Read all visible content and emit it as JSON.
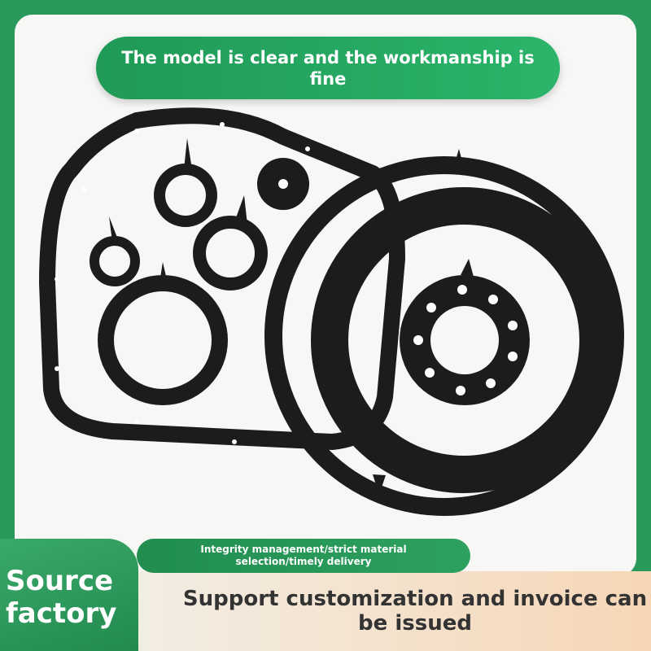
{
  "top_banner": {
    "text": "The model is clear and the workmanship is fine"
  },
  "mid_banner": {
    "text": "Integrity management/strict material selection/timely delivery"
  },
  "source_badge": {
    "text": "Source factory"
  },
  "bottom_banner": {
    "text": "Support customization and invoice can be issued"
  },
  "colors": {
    "brand_green": "#2a9a5c",
    "gasket": "#1c1c1c",
    "bottom_panel": "#f6d6b6"
  },
  "product_photo": {
    "subject": "black rubber gaskets"
  }
}
